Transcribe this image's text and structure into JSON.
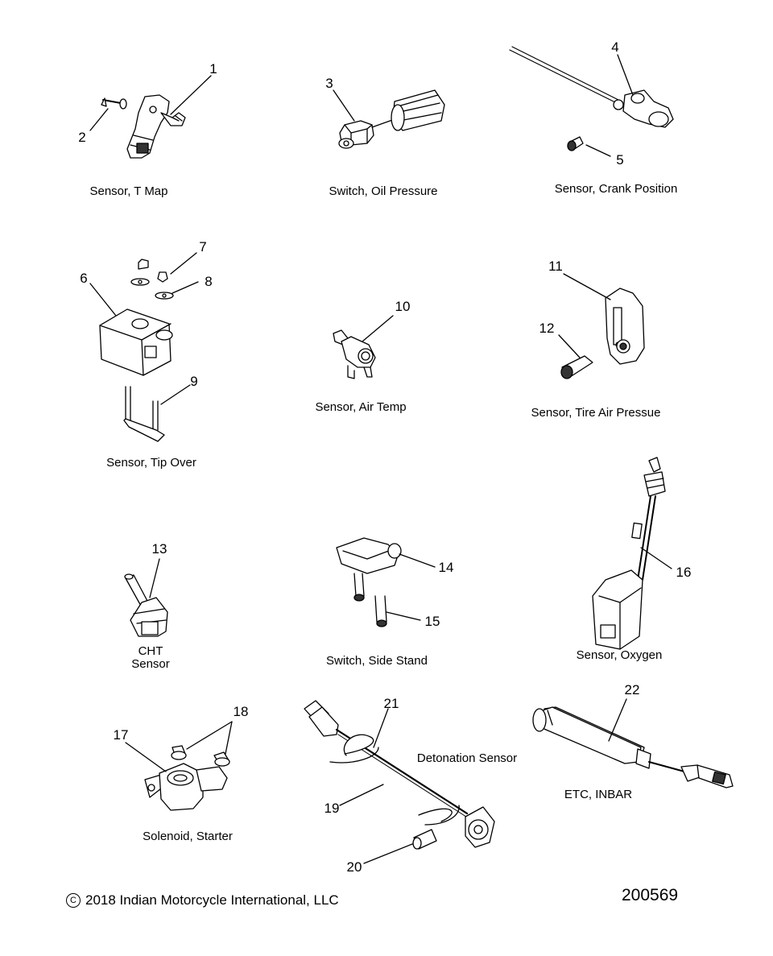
{
  "labels": {
    "tmap": "Sensor, T Map",
    "oil": "Switch, Oil Pressure",
    "crank": "Sensor, Crank Position",
    "tipover": "Sensor, Tip Over",
    "airtemp": "Sensor, Air Temp",
    "tire": "Sensor, Tire Air Pressue",
    "cht_line1": "CHT",
    "cht_line2": "Sensor",
    "sidestand": "Switch, Side Stand",
    "oxygen": "Sensor, Oxygen",
    "solenoid": "Solenoid, Starter",
    "detonation": "Detonation Sensor",
    "etc": "ETC, INBAR"
  },
  "callouts": [
    "1",
    "2",
    "3",
    "4",
    "5",
    "6",
    "7",
    "8",
    "9",
    "10",
    "11",
    "12",
    "13",
    "14",
    "15",
    "16",
    "17",
    "18",
    "19",
    "20",
    "21",
    "22"
  ],
  "footer": {
    "copyright_symbol": "C",
    "copyright": "2018 Indian Motorcycle International, LLC",
    "doc_number": "200569"
  }
}
